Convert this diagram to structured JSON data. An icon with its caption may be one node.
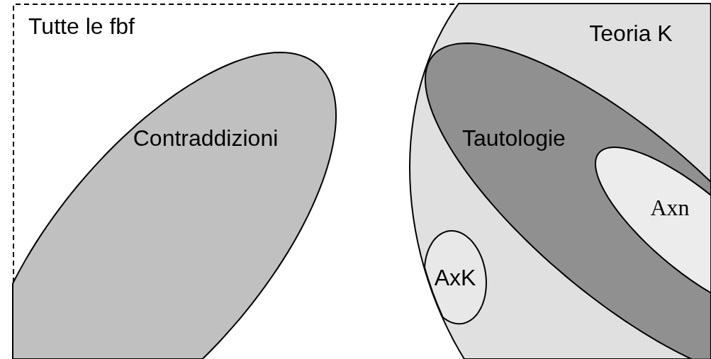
{
  "diagram": {
    "nodes": [
      {
        "text": [
          "Tutte le fbf"
        ]
      },
      {
        "text": [
          "Contraddizioni"
        ],
        "in": 0
      },
      {
        "text": [
          "Teoria K"
        ],
        "in": 0
      },
      {
        "text": [
          "Tautologie"
        ],
        "in": 2
      },
      {
        "text": [
          "Axn"
        ],
        "in": 3
      },
      {
        "text": [
          "AxK"
        ],
        "in": 2
      }
    ]
  }
}
